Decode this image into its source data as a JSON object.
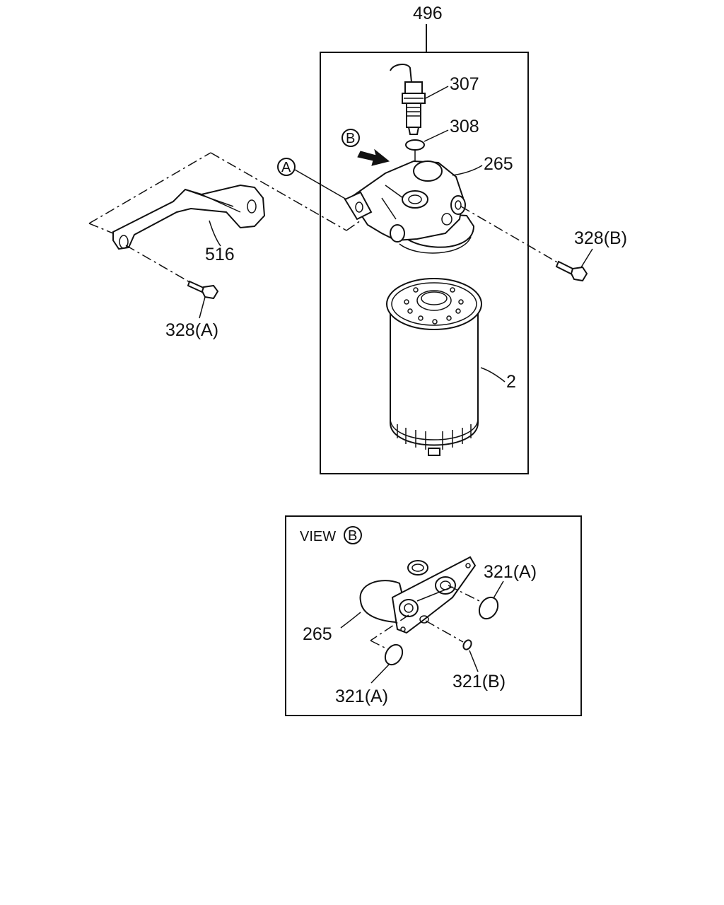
{
  "labels": {
    "assembly": "496",
    "sensor": "307",
    "oring_sensor": "308",
    "head": "265",
    "bolt_b": "328(B)",
    "bracket": "516",
    "bolt_a": "328(A)",
    "element": "2",
    "marker_a": "A",
    "marker_b": "B",
    "view_head": "265",
    "oring_a_top": "321(A)",
    "oring_a_bottom": "321(A)",
    "oring_b": "321(B)"
  },
  "view": {
    "title": "VIEW",
    "marker": "B"
  }
}
